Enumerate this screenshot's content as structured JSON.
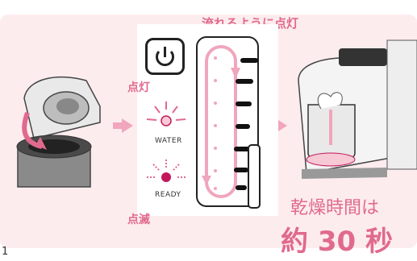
{
  "labels": {
    "flow_light": "流れるように点灯",
    "light_on": "点灯",
    "blink": "点滅",
    "water": "WATER",
    "ready": "READY",
    "dry_time_label": "乾燥時間は",
    "dry_time_value": "約 30 秒",
    "corner_mark": "1"
  },
  "colors": {
    "accent": "#e06a8e",
    "panel_bg": "#fdecee",
    "arrow": "#f0a6bc",
    "indicator": "#c2185b"
  },
  "icons": [
    "power-icon",
    "arrow-right-icon",
    "loop-arrow-icon"
  ]
}
